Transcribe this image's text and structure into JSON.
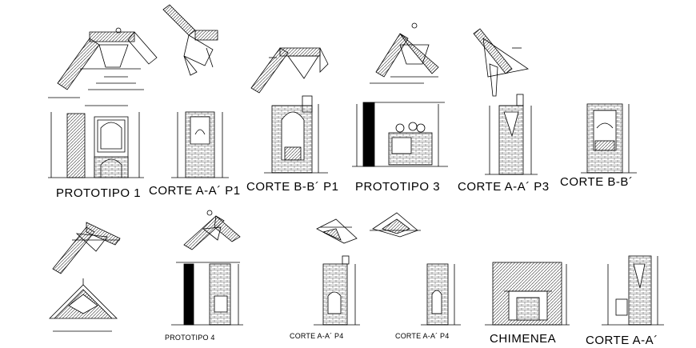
{
  "labels": {
    "prototipo_1": "PROTOTIPO 1",
    "corte_aa_p1": "CORTE A-A´ P1",
    "corte_bb_p1": "CORTE B-B´ P1",
    "prototipo_3": "PROTOTIPO 3",
    "corte_aa_p3": "CORTE A-A´ P3",
    "corte_bb": "CORTE B-B´",
    "prototipo_4": "PROTOTIPO 4",
    "corte_aa_p4_a": "CORTE A-A´ P4",
    "corte_aa_p4_b": "CORTE A-A´ P4",
    "chimenea": "CHIMENEA",
    "corte_aa": "CORTE A-A´"
  },
  "colors": {
    "ink": "#000000",
    "paper": "#ffffff",
    "hatch": "#444444"
  }
}
